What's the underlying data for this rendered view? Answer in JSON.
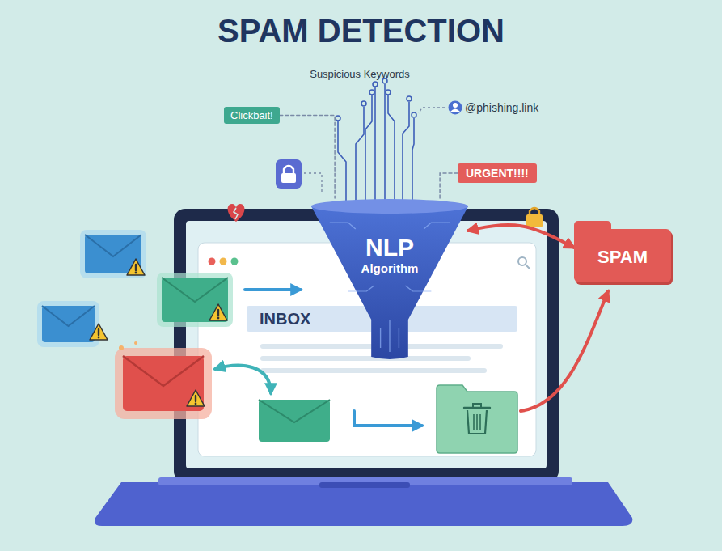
{
  "diagram": {
    "title": "SPAM DETECTION",
    "nodes": [
      {
        "text": [
          "Clickbait!"
        ]
      },
      {
        "text": [
          "URGENT!!!!"
        ]
      },
      {
        "text": [
          "NLP",
          "Algorithm"
        ]
      },
      {
        "text": [
          "INBOX"
        ]
      },
      {
        "text": [
          "SPAM"
        ]
      }
    ],
    "edges": [
      {
        "from": 0,
        "to": 2,
        "arrow": "none"
      },
      {
        "from": 1,
        "to": 2,
        "arrow": "none"
      },
      {
        "from": 2,
        "to": 4,
        "arrow": "both"
      }
    ],
    "labels": [
      "Suspicious Keywords",
      "@phishing.link"
    ]
  }
}
